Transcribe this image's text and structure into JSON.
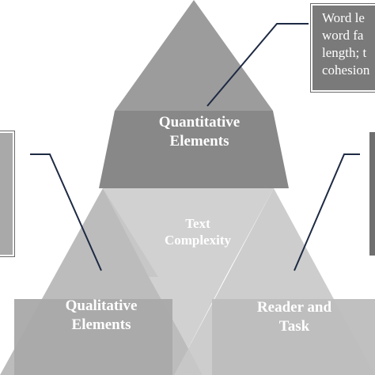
{
  "diagram": {
    "quantitative": {
      "line1": "Quantitative",
      "line2": "Elements"
    },
    "complexity": {
      "line1": "Text",
      "line2": "Complexity"
    },
    "qualitative": {
      "line1": "Qualitative",
      "line2": "Elements"
    },
    "reader_task": {
      "line1": "Reader and",
      "line2": "Task"
    },
    "callout": {
      "line1": "Word le",
      "line2": "word fa",
      "line3": "length; t",
      "line4": "cohesion"
    }
  },
  "colors": {
    "top_triangle": "#9a9a9a",
    "top_trapezoid": "#868686",
    "left_triangle": "#b9b9b9",
    "right_triangle": "#c9c9c9",
    "center_overlap": "#d2d2d2",
    "bottom_left_block": "#acacac",
    "bottom_right_block": "#bfbfbf",
    "callout_box": "#7a7a7a",
    "connector_line": "#1e2a44"
  }
}
